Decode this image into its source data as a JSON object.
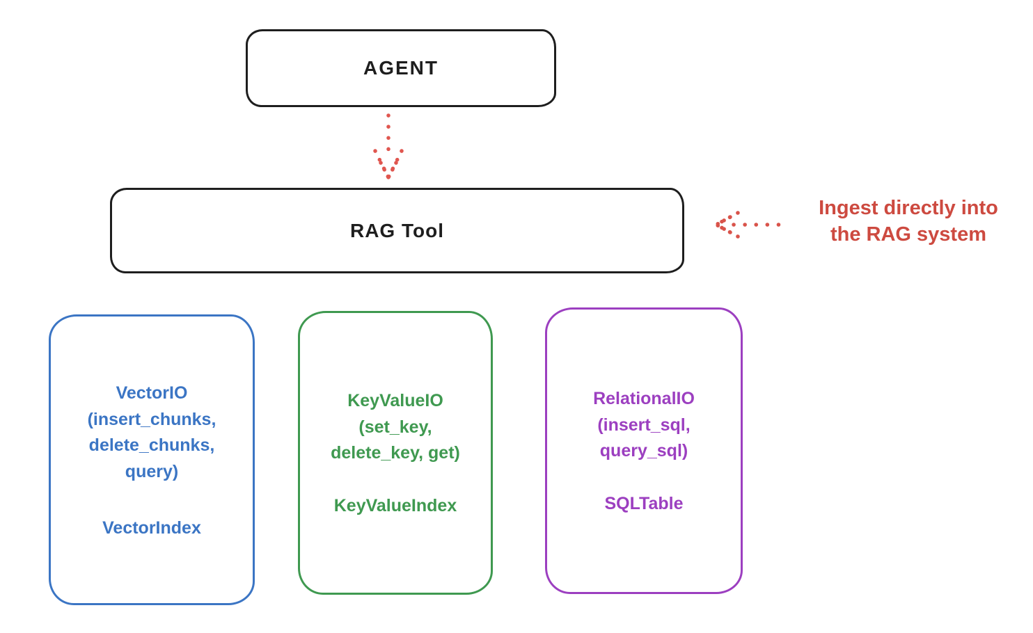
{
  "diagram": {
    "agent_box": {
      "label": "AGENT"
    },
    "rag_tool_box": {
      "label": "RAG Tool"
    },
    "agent_to_rag_arrow": {
      "style": "dotted",
      "direction": "down",
      "color": "#e0564f"
    },
    "ingest_annotation": {
      "text": "Ingest directly into\nthe RAG system",
      "arrow_direction": "left",
      "color": "#cd4a40"
    },
    "providers": [
      {
        "io_label": "VectorIO\n(insert_chunks,\ndelete_chunks,\nquery)",
        "index_label": "VectorIndex",
        "accent": "#3b75c4"
      },
      {
        "io_label": "KeyValueIO\n(set_key,\ndelete_key, get)",
        "index_label": "KeyValueIndex",
        "accent": "#3f9950"
      },
      {
        "io_label": "RelationalIO\n(insert_sql,\nquery_sql)",
        "index_label": "SQLTable",
        "accent": "#9c3fc0"
      }
    ]
  }
}
